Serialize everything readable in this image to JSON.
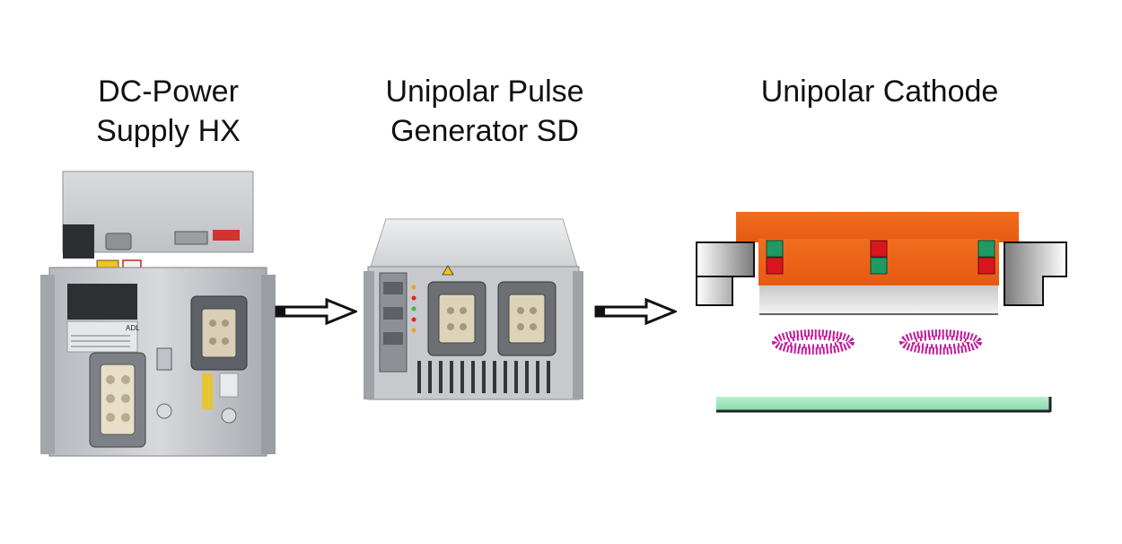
{
  "stages": [
    {
      "title_line1": "DC-Power",
      "title_line2": "Supply HX"
    },
    {
      "title_line1": "Unipolar Pulse",
      "title_line2": "Generator SD"
    },
    {
      "title_line1": "Unipolar Cathode"
    }
  ],
  "device_badge_text": "ADL",
  "colors": {
    "cathode_body": "#ee6a1e",
    "magnet_green": "#1f9a64",
    "magnet_red": "#d8161e",
    "plasma": "#c21a9a",
    "substrate": "#9ee8be",
    "metal": "#c9ccd0"
  },
  "icons": [
    "power-supply-image",
    "pulse-generator-image",
    "cathode-diagram",
    "flow-arrow-icon"
  ]
}
